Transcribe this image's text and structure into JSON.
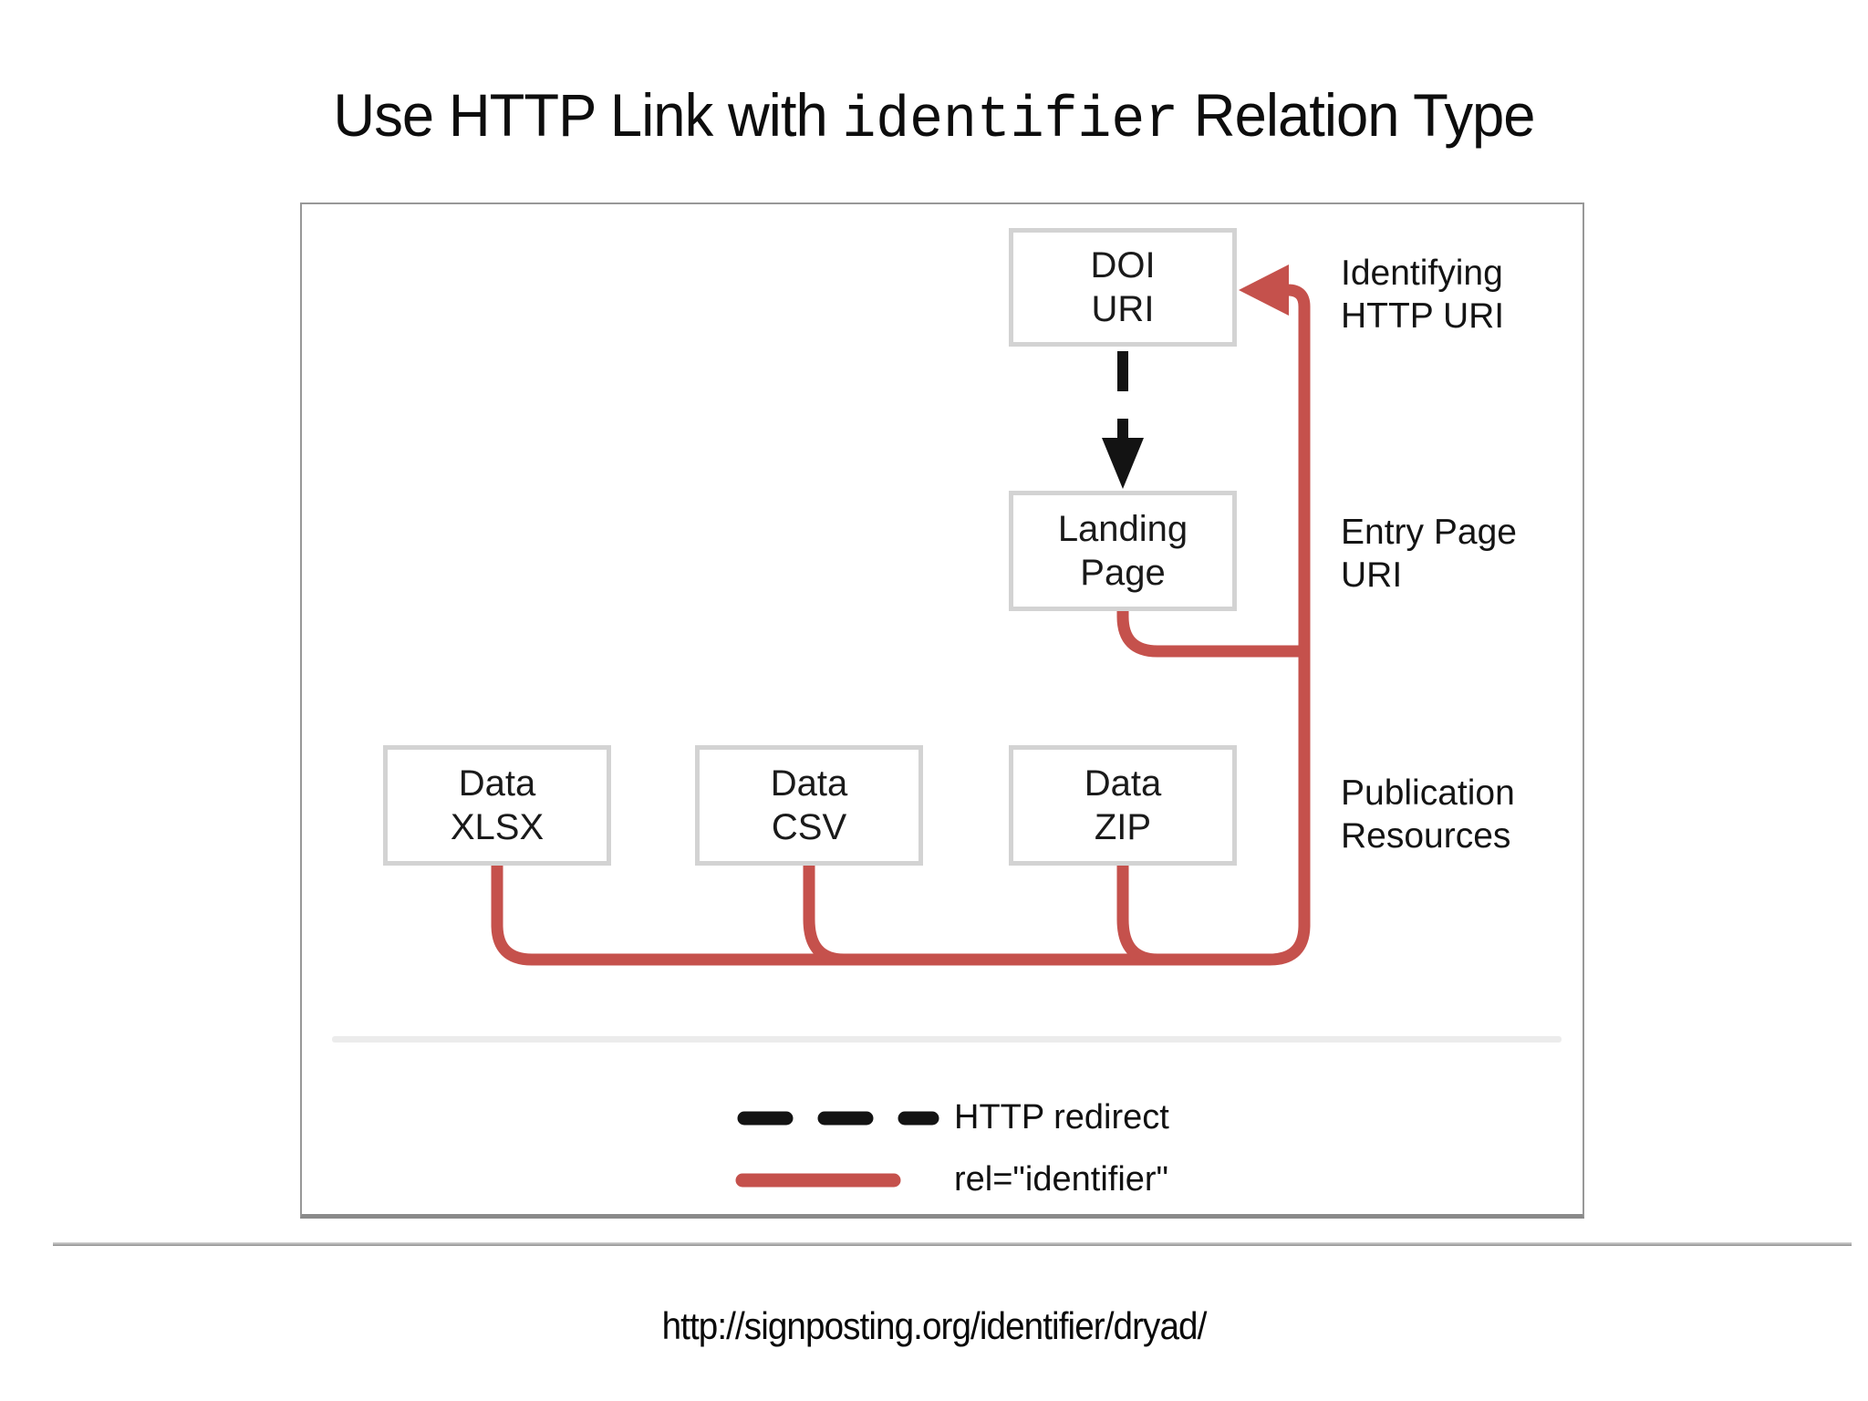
{
  "title": {
    "prefix": "Use HTTP Link with ",
    "code": "identifier",
    "suffix": " Relation Type"
  },
  "nodes": {
    "doi": {
      "line1": "DOI",
      "line2": "URI"
    },
    "landing": {
      "line1": "Landing",
      "line2": "Page"
    },
    "xlsx": {
      "line1": "Data",
      "line2": "XLSX"
    },
    "csv": {
      "line1": "Data",
      "line2": "CSV"
    },
    "zip": {
      "line1": "Data",
      "line2": "ZIP"
    }
  },
  "annotations": {
    "identifying": {
      "line1": "Identifying",
      "line2": "HTTP URI"
    },
    "entry": {
      "line1": "Entry Page",
      "line2": "URI"
    },
    "publication": {
      "line1": "Publication",
      "line2": "Resources"
    }
  },
  "legend": {
    "redirect_label": "HTTP redirect",
    "identifier_label": "rel=\"identifier\""
  },
  "footer": {
    "url": "http://signposting.org/identifier/dryad/"
  },
  "edges": [
    {
      "from": "DOI URI",
      "to": "Landing Page",
      "type": "HTTP redirect"
    },
    {
      "from": "Landing Page",
      "to": "DOI URI",
      "type": "rel=\"identifier\""
    },
    {
      "from": "Data XLSX",
      "to": "DOI URI",
      "type": "rel=\"identifier\""
    },
    {
      "from": "Data CSV",
      "to": "DOI URI",
      "type": "rel=\"identifier\""
    },
    {
      "from": "Data ZIP",
      "to": "DOI URI",
      "type": "rel=\"identifier\""
    }
  ],
  "colors": {
    "connector_red": "#c5514c",
    "connector_black": "#131313",
    "node_border": "#d3d3d3",
    "frame_border": "#989898",
    "inner_divider": "#ececec"
  }
}
